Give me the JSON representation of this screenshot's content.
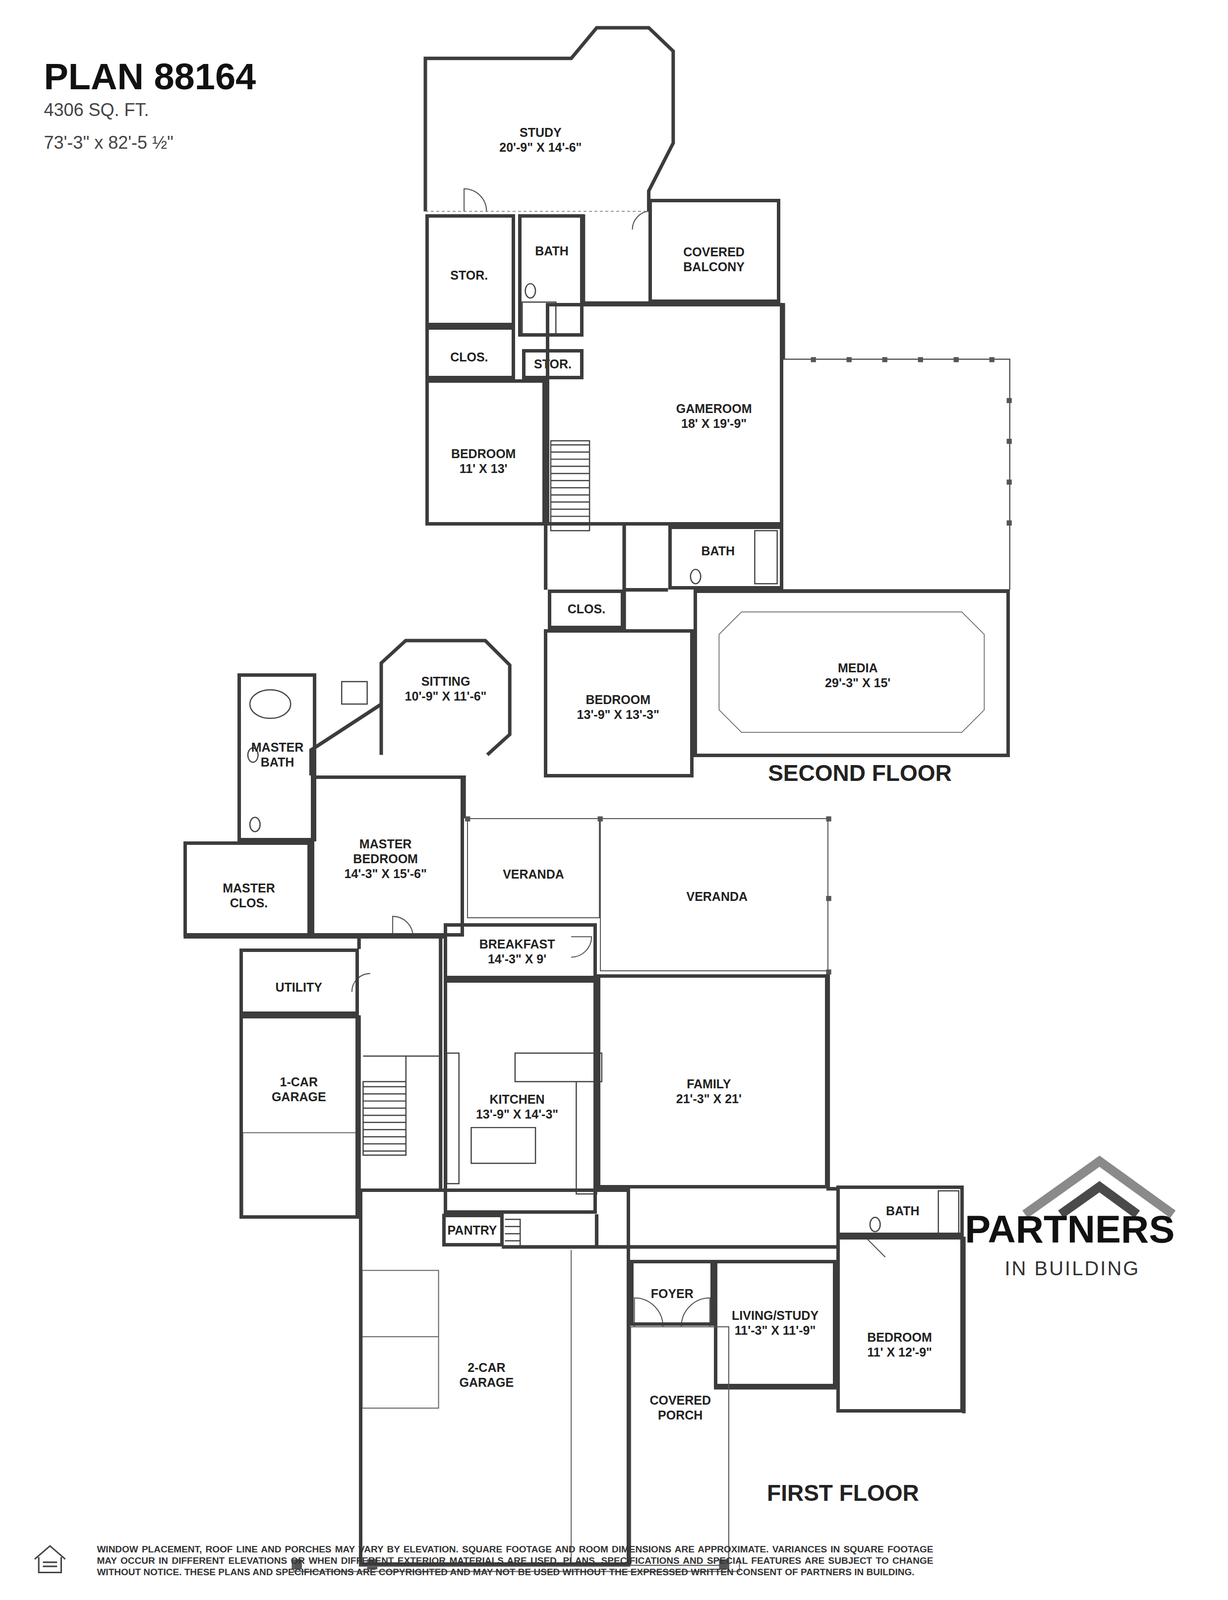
{
  "diagram": {
    "title": "PLAN 88164",
    "nodes": [
      {
        "text": [
          "STUDY",
          "20'-9\" X 14'-6\""
        ]
      },
      {
        "text": [
          "STOR."
        ]
      },
      {
        "text": [
          "BATH"
        ]
      },
      {
        "text": [
          "COVERED BALCONY"
        ]
      },
      {
        "text": [
          "CLOS."
        ]
      },
      {
        "text": [
          "STOR."
        ]
      },
      {
        "text": [
          "GAMEROOM",
          "18' X 19'-9\""
        ]
      },
      {
        "text": [
          "BEDROOM",
          "11' X 13'"
        ]
      },
      {
        "text": [
          "BATH"
        ]
      },
      {
        "text": [
          "CLOS."
        ]
      },
      {
        "text": [
          "BEDROOM",
          "13'-9\" X 13'-3\""
        ]
      },
      {
        "text": [
          "MEDIA",
          "29'-3\" X 15'"
        ]
      },
      {
        "text": [
          "SITTING",
          "10'-9\" X 11'-6\""
        ]
      },
      {
        "text": [
          "MASTER BATH"
        ]
      },
      {
        "text": [
          "MASTER BEDROOM",
          "14'-3\" X 15'-6\""
        ]
      },
      {
        "text": [
          "VERANDA"
        ]
      },
      {
        "text": [
          "VERANDA"
        ]
      },
      {
        "text": [
          "MASTER CLOS."
        ]
      },
      {
        "text": [
          "BREAKFAST",
          "14'-3\" X 9'"
        ]
      },
      {
        "text": [
          "UTILITY"
        ]
      },
      {
        "text": [
          "FAMILY",
          "21'-3\" X 21'"
        ]
      },
      {
        "text": [
          "1-CAR GARAGE"
        ]
      },
      {
        "text": [
          "KITCHEN",
          "13'-9\" X 14'-3\""
        ]
      },
      {
        "text": [
          "BATH"
        ]
      },
      {
        "text": [
          "PANTRY"
        ]
      },
      {
        "text": [
          "FOYER"
        ]
      },
      {
        "text": [
          "LIVING/STUDY",
          "11'-3\" X 11'-9\""
        ]
      },
      {
        "text": [
          "BEDROOM",
          "11' X 12'-9\""
        ]
      },
      {
        "text": [
          "2-CAR GARAGE"
        ]
      },
      {
        "text": [
          "COVERED PORCH"
        ]
      }
    ],
    "labels": [
      "4306 SQ. FT.",
      "73'-3\" x 82'-5 ½\"",
      "SECOND FLOOR",
      "FIRST FLOOR",
      "WINDOW PLACEMENT, ROOF LINE AND PORCHES MAY VARY BY ELEVATION. SQUARE FOOTAGE AND ROOM DIMENSIONS ARE APPROXIMATE. VARIANCES IN SQUARE FOOTAGE MAY OCCUR IN DIFFERENT ELEVATIONS OR WHEN DIFFERENT EXTERIOR MATERIALS ARE USED. PLANS, SPECIFICATIONS AND SPECIAL FEATURES ARE SUBJECT TO CHANGE WITHOUT NOTICE. THESE PLANS AND SPECIFICATIONS ARE COPYRIGHTED AND MAY NOT BE USED WITHOUT THE EXPRESSED WRITTEN CONSENT OF PARTNERS IN BUILDING.",
      "PARTNERS",
      "IN BUILDING"
    ]
  }
}
